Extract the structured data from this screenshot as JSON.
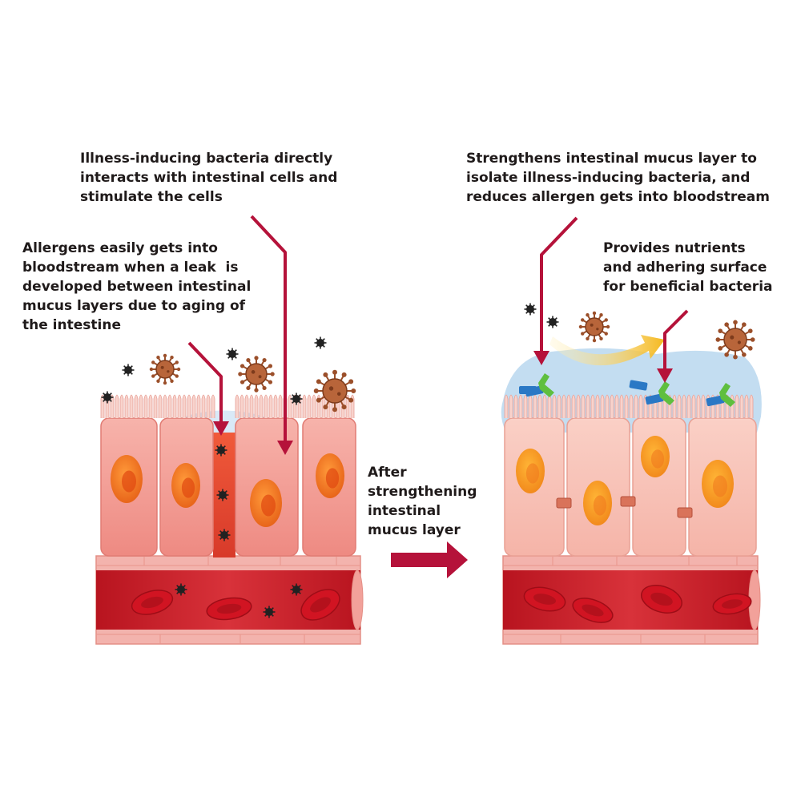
{
  "colors": {
    "arrow": "#b5123a",
    "cell_fill": "#f5a6a0",
    "cell_fill_light": "#f7c2b8",
    "nucleus": "#f07a1e",
    "nucleus_core": "#e0470f",
    "vessel_wall": "#f3b3ad",
    "blood": "#c51b2a",
    "rbc": "#d11422",
    "mucus": "#bcd9ef",
    "virus": "#9b4f2a",
    "allergen": "#222222",
    "receptor_green": "#5fbf3f",
    "receptor_blue": "#2a78c5",
    "junction": "#d9735a",
    "curved_arrow": "#f6c836"
  },
  "labels": {
    "bacteria_interaction": [
      "Illness-inducing bacteria directly",
      "interacts with intestinal cells and",
      "stimulate the cells"
    ],
    "allergen_leak": [
      "Allergens easily gets into",
      "bloodstream when a leak  is",
      "developed between intestinal",
      "mucus layers due to aging of",
      "the intestine"
    ],
    "transition": [
      "After",
      "strengthening",
      "intestinal",
      "mucus layer"
    ],
    "strengthens_mucus": [
      "Strengthens intestinal mucus layer to",
      "isolate illness-inducing bacteria, and",
      "reduces allergen gets into bloodstream"
    ],
    "nutrients": [
      "Provides nutrients",
      "and adhering surface",
      "for beneficial bacteria"
    ]
  },
  "icons": {
    "bacterium": "virus-icon",
    "allergen": "allergen-particle-icon",
    "blood_cell": "red-blood-cell-icon",
    "receptor": "receptor-icon"
  }
}
